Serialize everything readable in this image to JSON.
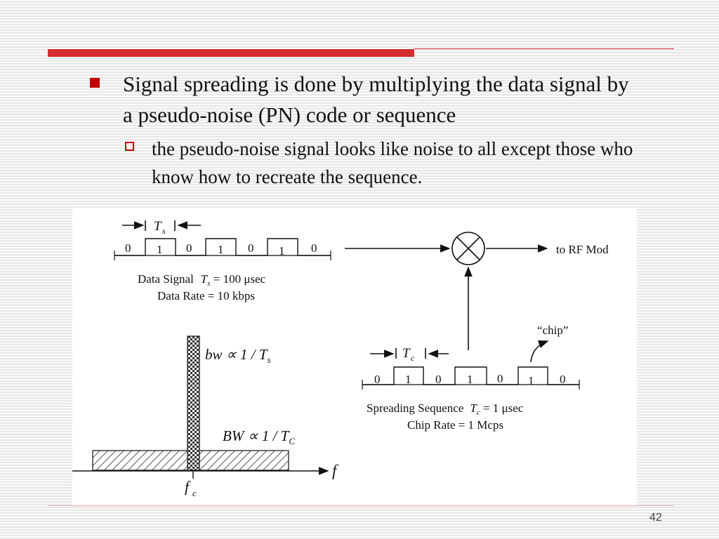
{
  "slide": {
    "bullet1": "Signal spreading is done by multiplying the data signal by a pseudo-noise (PN) code or sequence",
    "bullet2": "the pseudo-noise signal looks like noise to all except those who know how to recreate the sequence.",
    "page_number": "42",
    "accent_color": "#d32f2f"
  },
  "diagram": {
    "data_signal": {
      "period_label": "T",
      "period_sub": "s",
      "bits": [
        "0",
        "1",
        "0",
        "1",
        "0",
        "1",
        "0"
      ],
      "caption1_prefix": "Data Signal",
      "caption1_var": "T",
      "caption1_sub": "s",
      "caption1_suffix": " = 100 μsec",
      "caption2": "Data Rate = 10 kbps"
    },
    "multiplier_output": "to RF Mod",
    "chip_label": "“chip”",
    "spreading_sequence": {
      "period_label": "T",
      "period_sub": "c",
      "bits": [
        "0",
        "1",
        "0",
        "1",
        "0",
        "1",
        "0"
      ],
      "caption1_prefix": "Spreading Sequence",
      "caption1_var": "T",
      "caption1_sub": "c",
      "caption1_suffix": " = 1 μsec",
      "caption2": "Chip Rate = 1 Mcps"
    },
    "spectrum": {
      "narrow_label": "bw ∝ 1 / T",
      "narrow_sub": "s",
      "wide_label": "BW ∝ 1 / T",
      "wide_sub": "C",
      "center_label": "f",
      "center_sub": "c",
      "axis_label": "f"
    }
  }
}
